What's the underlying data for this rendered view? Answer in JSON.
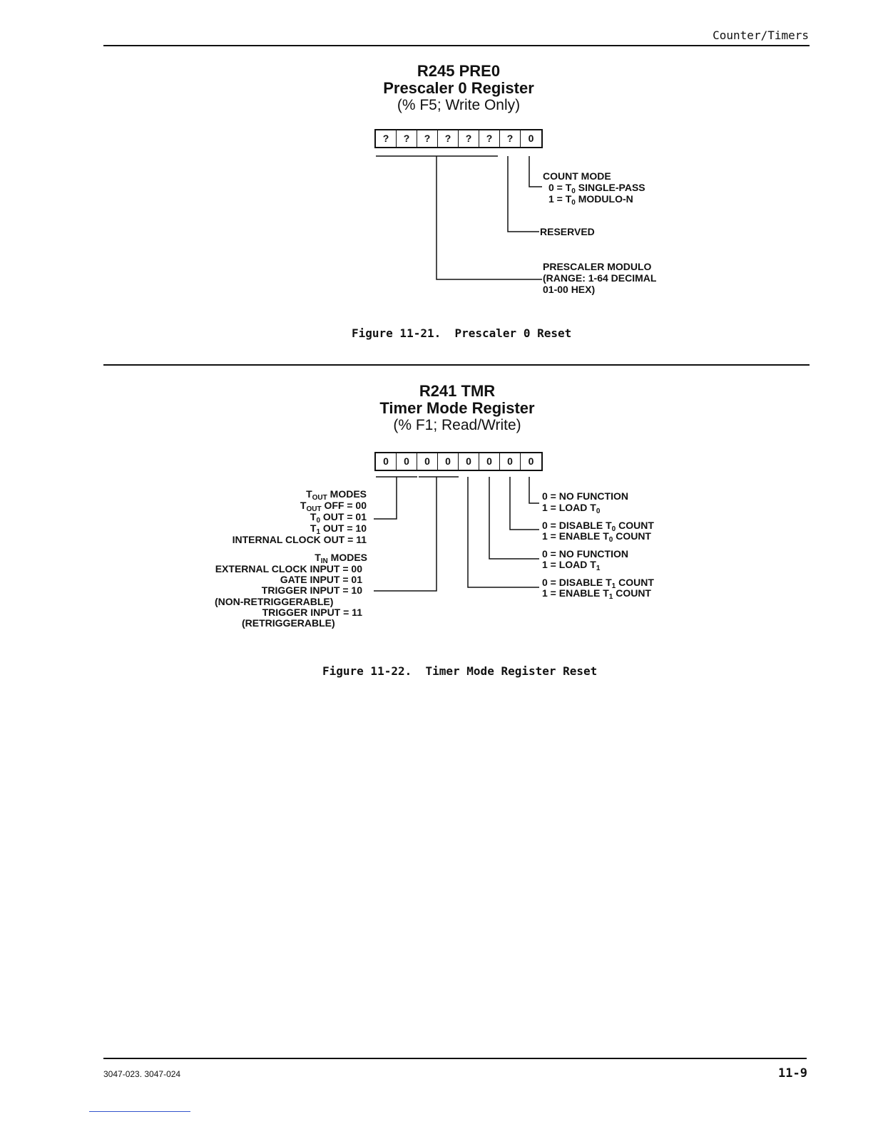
{
  "header": {
    "section": "Counter/Timers"
  },
  "figure1": {
    "register_name": "R245 PRE0",
    "register_title": "Prescaler 0 Register",
    "register_access": "(% F5; Write Only)",
    "bits": [
      "?",
      "?",
      "?",
      "?",
      "?",
      "?",
      "?",
      "0"
    ],
    "count_mode": {
      "title": "COUNT MODE",
      "opt0_pre": "0 = T",
      "opt0_sub": "0",
      "opt0_post": " SINGLE-PASS",
      "opt1_pre": "1 = T",
      "opt1_sub": "0",
      "opt1_post": " MODULO-N"
    },
    "reserved": "RESERVED",
    "prescaler": {
      "line1": "PRESCALER MODULO",
      "line2": "(RANGE: 1-64 DECIMAL",
      "line3": "01-00 HEX)"
    },
    "caption": "Figure 11-21.  Prescaler 0 Reset"
  },
  "figure2": {
    "register_name": "R241 TMR",
    "register_title": "Timer Mode Register",
    "register_access": "(% F1; Read/Write)",
    "bits": [
      "0",
      "0",
      "0",
      "0",
      "0",
      "0",
      "0",
      "0"
    ],
    "tout_modes": {
      "title_pre": "T",
      "title_sub": "OUT",
      "title_post": " MODES",
      "l1_pre": "T",
      "l1_sub": "OUT",
      "l1_post": " OFF = 00",
      "l2_pre": "T",
      "l2_sub": "0",
      "l2_post": " OUT = 01",
      "l3_pre": "T",
      "l3_sub": "1",
      "l3_post": " OUT = 10",
      "l4": "INTERNAL CLOCK OUT = 11"
    },
    "tin_modes": {
      "title_pre": "T",
      "title_sub": "IN",
      "title_post": " MODES",
      "l1": "EXTERNAL CLOCK INPUT = 00",
      "l2": "GATE INPUT = 01",
      "l3": "TRIGGER INPUT = 10",
      "l4": "(NON-RETRIGGERABLE)",
      "l5": "TRIGGER INPUT = 11",
      "l6": "(RETRIGGERABLE)"
    },
    "right": {
      "a0": "0 = NO FUNCTION",
      "a1_pre": "1 = LOAD T",
      "a1_sub": "0",
      "b0_pre": "0 = DISABLE T",
      "b0_sub": "0",
      "b0_post": " COUNT",
      "b1_pre": "1 = ENABLE T",
      "b1_sub": "0",
      "b1_post": " COUNT",
      "c0": "0 = NO FUNCTION",
      "c1_pre": "1 = LOAD T",
      "c1_sub": "1",
      "d0_pre": "0 = DISABLE T",
      "d0_sub": "1",
      "d0_post": " COUNT",
      "d1_pre": "1 = ENABLE T",
      "d1_sub": "1",
      "d1_post": " COUNT"
    },
    "caption": "Figure 11-22.  Timer Mode Register Reset"
  },
  "footer": {
    "doc_numbers": "3047-023. 3047-024",
    "page_number": "11-9"
  }
}
